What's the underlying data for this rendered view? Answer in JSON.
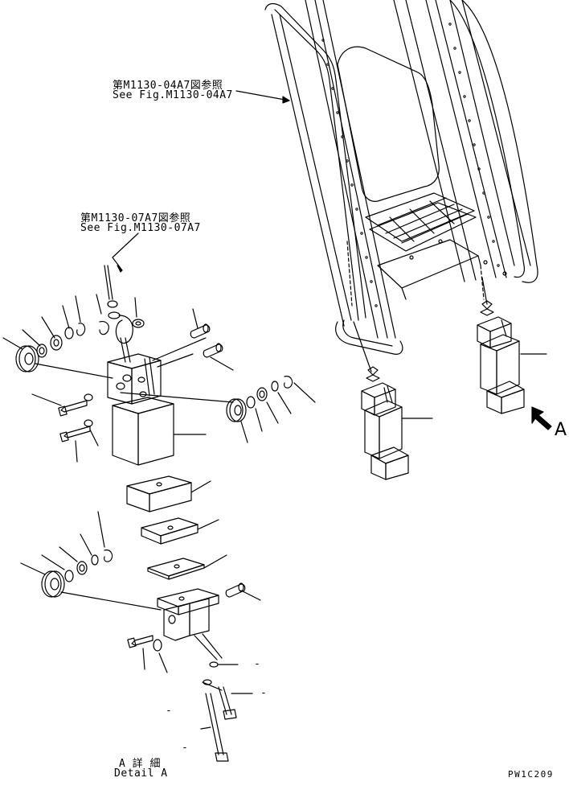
{
  "references": {
    "upper": {
      "jp": "第M1130-04A7図参照",
      "en": "See Fig.M1130-04A7"
    },
    "lower": {
      "jp": "第M1130-07A7図参照",
      "en": "See Fig.M1130-07A7"
    }
  },
  "view_marker": "A",
  "detail_caption": {
    "jp": "A 詳 細",
    "en": "Detail A"
  },
  "drawing_code": "PW1C209",
  "dash_labels": [
    "-",
    "-",
    "-",
    "-"
  ],
  "colors": {
    "ink": "#000000",
    "paper": "#ffffff"
  }
}
